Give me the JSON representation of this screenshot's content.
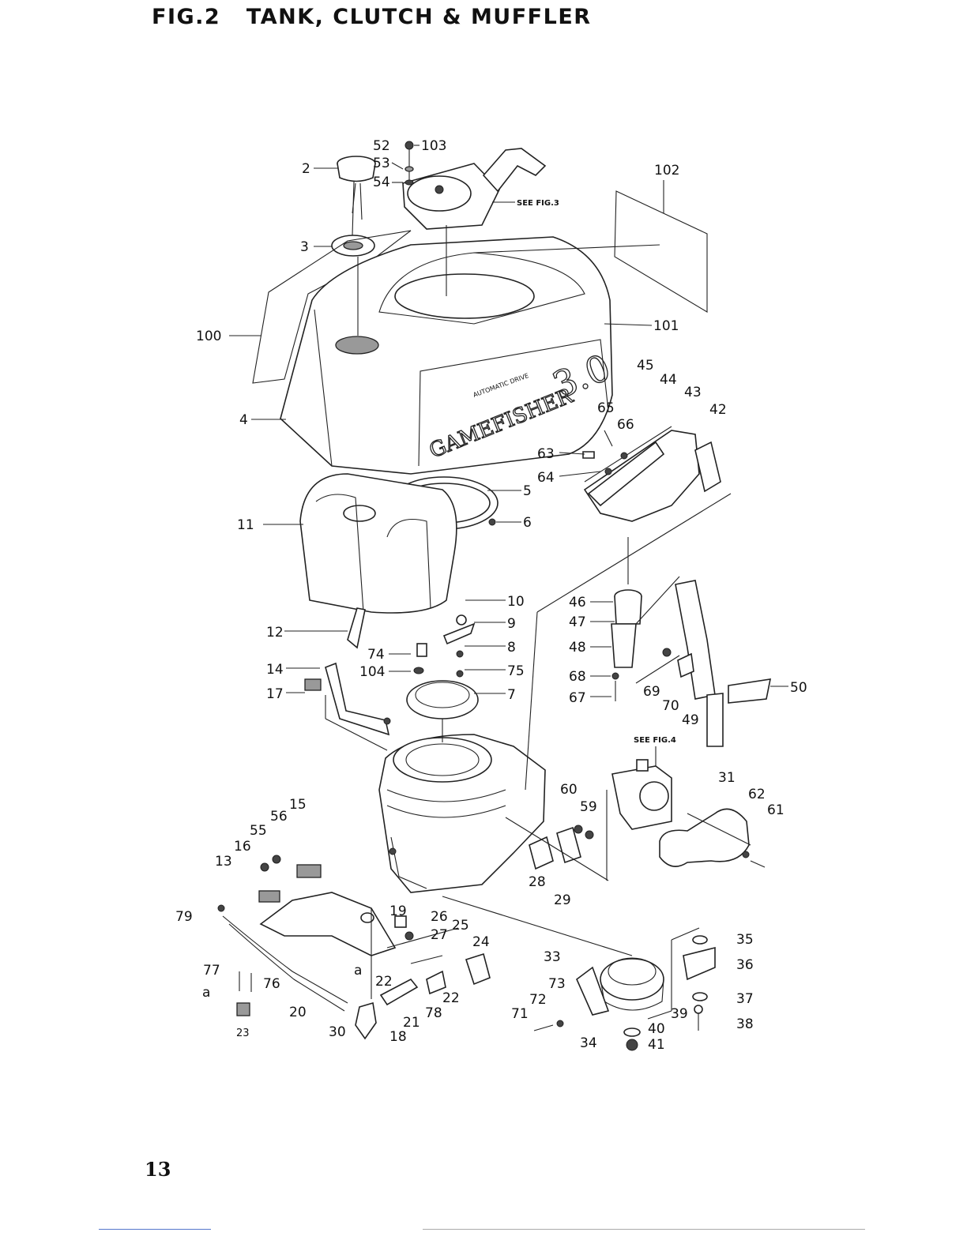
{
  "header": {
    "title": "FIG.2   TANK, CLUTCH & MUFFLER"
  },
  "page_number": "13",
  "brand": {
    "logo_text": "GAMEFISHER",
    "model": "3.0",
    "sub": "AUTOMATIC DRIVE"
  },
  "refs": {
    "fig3": "SEE  FIG.3",
    "fig4": "SEE  FIG.4"
  },
  "parts": {
    "p2": "2",
    "p3": "3",
    "p4": "4",
    "p5": "5",
    "p6": "6",
    "p7": "7",
    "p8": "8",
    "p9": "9",
    "p10": "10",
    "p11": "11",
    "p12": "12",
    "p13": "13",
    "p14": "14",
    "p15": "15",
    "p16": "16",
    "p17": "17",
    "p18": "18",
    "p19": "19",
    "p20": "20",
    "p21": "21",
    "p22a": "22",
    "p22b": "22",
    "p23": "23",
    "p24": "24",
    "p25": "25",
    "p26": "26",
    "p27": "27",
    "p28": "28",
    "p29": "29",
    "p30": "30",
    "p31": "31",
    "p33": "33",
    "p34": "34",
    "p35": "35",
    "p36": "36",
    "p37": "37",
    "p38": "38",
    "p39": "39",
    "p40": "40",
    "p41": "41",
    "p42": "42",
    "p43": "43",
    "p44": "44",
    "p45": "45",
    "p46": "46",
    "p47": "47",
    "p48": "48",
    "p49": "49",
    "p50": "50",
    "p52": "52",
    "p53": "53",
    "p54": "54",
    "p55": "55",
    "p56": "56",
    "p59": "59",
    "p60": "60",
    "p61": "61",
    "p62": "62",
    "p63": "63",
    "p64": "64",
    "p65": "65",
    "p66": "66",
    "p67": "67",
    "p68": "68",
    "p69": "69",
    "p70": "70",
    "p71": "71",
    "p72": "72",
    "p73": "73",
    "p74": "74",
    "p75": "75",
    "p76": "76",
    "p77": "77",
    "p78": "78",
    "p79": "79",
    "p100": "100",
    "p101": "101",
    "p102": "102",
    "p103": "103",
    "p104": "104",
    "pa1": "a",
    "pa2": "a"
  }
}
